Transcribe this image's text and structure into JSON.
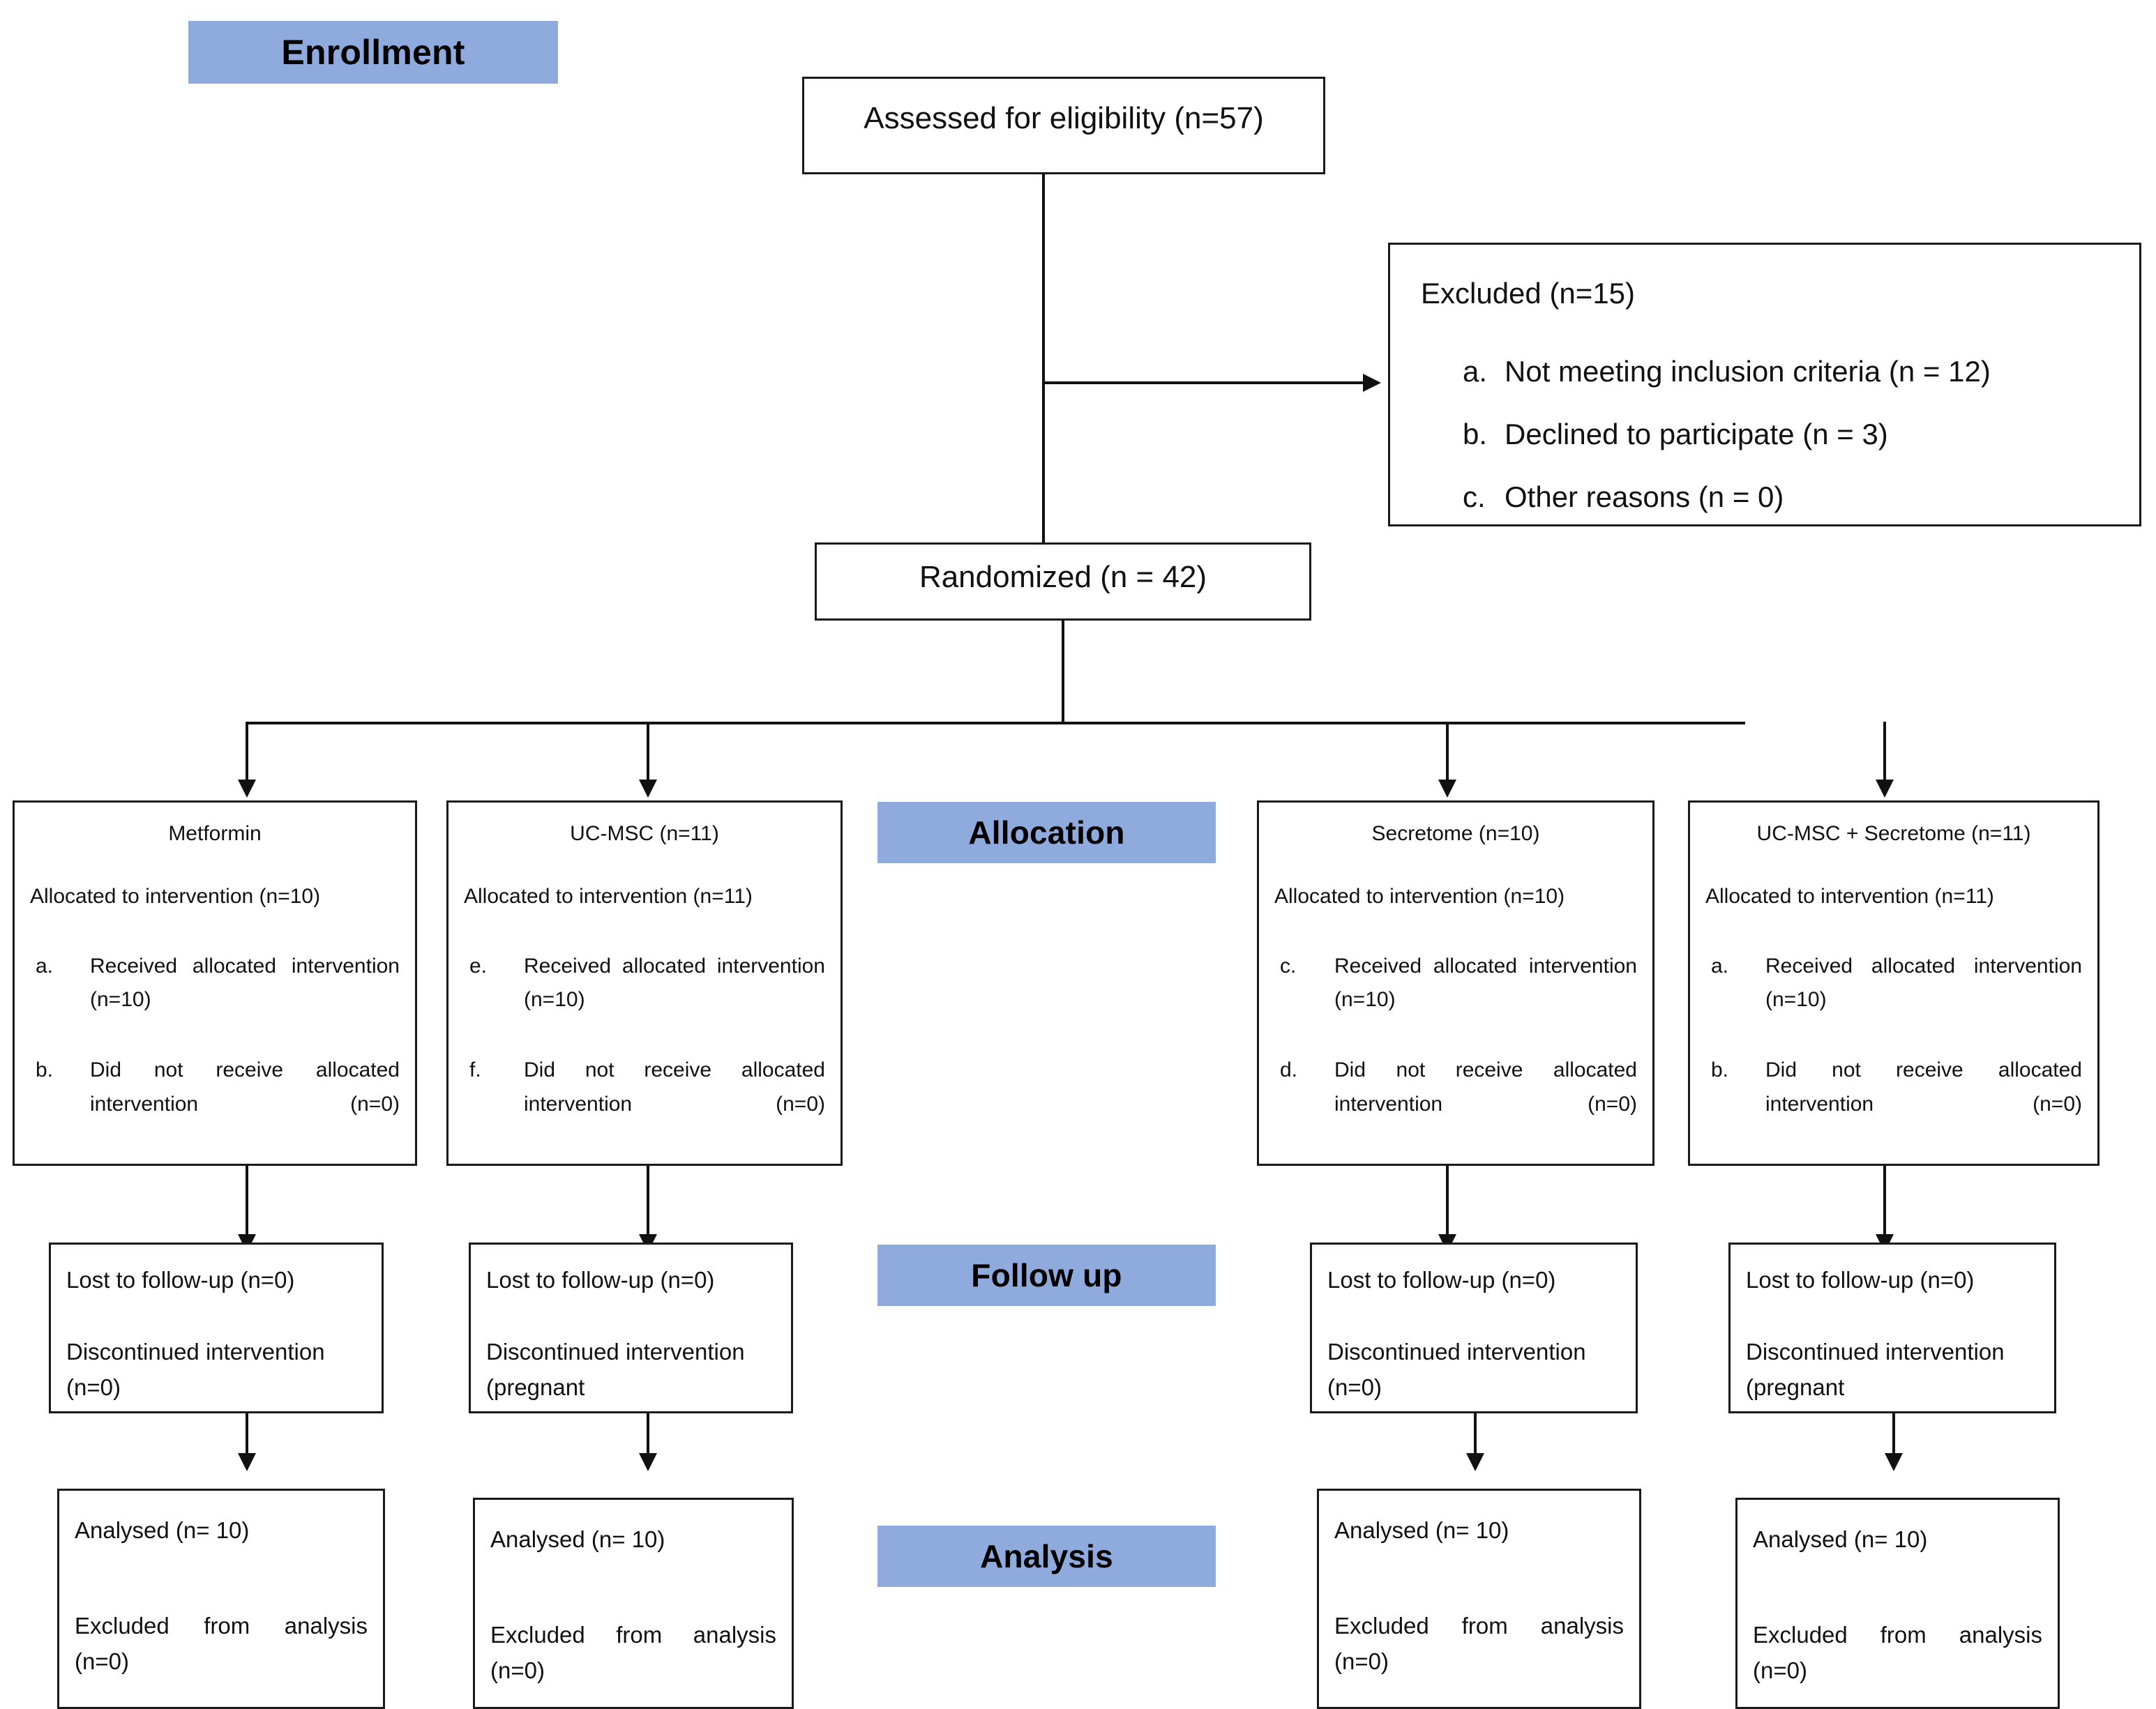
{
  "stages": {
    "enrollment": "Enrollment",
    "allocation": "Allocation",
    "followup": "Follow up",
    "analysis": "Analysis"
  },
  "enrollment_flow": {
    "assessed": "Assessed for eligibility (n=57)",
    "randomized": "Randomized (n = 42)",
    "excluded": {
      "title": "Excluded (n=15)",
      "reasons": [
        {
          "marker": "a.",
          "text": "Not meeting inclusion criteria (n = 12)"
        },
        {
          "marker": "b.",
          "text": "Declined to participate (n = 3)"
        },
        {
          "marker": "c.",
          "text": "Other reasons (n = 0)"
        }
      ]
    }
  },
  "allocation_boxes": [
    {
      "title": "Metformin",
      "allocated": "Allocated to intervention (n=10)",
      "items": [
        {
          "marker": "a.",
          "text": "Received allocated intervention (n=10)"
        },
        {
          "marker": "b.",
          "text": "Did not receive allocated intervention (n=0)"
        }
      ]
    },
    {
      "title": "UC-MSC (n=11)",
      "allocated": "Allocated to intervention (n=11)",
      "items": [
        {
          "marker": "e.",
          "text": "Received allocated intervention (n=10)"
        },
        {
          "marker": "f.",
          "text": "Did not receive allocated intervention (n=0)"
        }
      ]
    },
    {
      "title": "Secretome (n=10)",
      "allocated": "Allocated to intervention (n=10)",
      "items": [
        {
          "marker": "c.",
          "text": "Received allocated intervention (n=10)"
        },
        {
          "marker": "d.",
          "text": "Did not receive allocated intervention (n=0)"
        }
      ]
    },
    {
      "title": "UC-MSC + Secretome (n=11)",
      "allocated": "Allocated to intervention (n=11)",
      "items": [
        {
          "marker": "a.",
          "text": "Received allocated intervention (n=10)"
        },
        {
          "marker": "b.",
          "text": "Did not receive allocated intervention (n=0)"
        }
      ]
    }
  ],
  "followup_boxes": [
    {
      "lost": "Lost to follow-up (n=0)",
      "discontinued": "Discontinued intervention (n=0)"
    },
    {
      "lost": "Lost to follow-up (n=0)",
      "discontinued": "Discontinued intervention (pregnant"
    },
    {
      "lost": "Lost to follow-up (n=0)",
      "discontinued": "Discontinued intervention (n=0)"
    },
    {
      "lost": "Lost to follow-up (n=0)",
      "discontinued": "Discontinued intervention (pregnant"
    }
  ],
  "analysis_boxes": [
    {
      "analysed": "Analysed (n= 10)",
      "excluded": "Excluded from analysis (n=0)"
    },
    {
      "analysed": "Analysed (n= 10)",
      "excluded": "Excluded from analysis (n=0)"
    },
    {
      "analysed": "Analysed (n= 10)",
      "excluded": "Excluded from analysis (n=0)"
    },
    {
      "analysed": "Analysed (n= 10)",
      "excluded": "Excluded from analysis (n=0)"
    }
  ],
  "colors": {
    "stage_badge": "#8FAADC",
    "box_border": "#1a1a1a",
    "text": "#111111"
  }
}
